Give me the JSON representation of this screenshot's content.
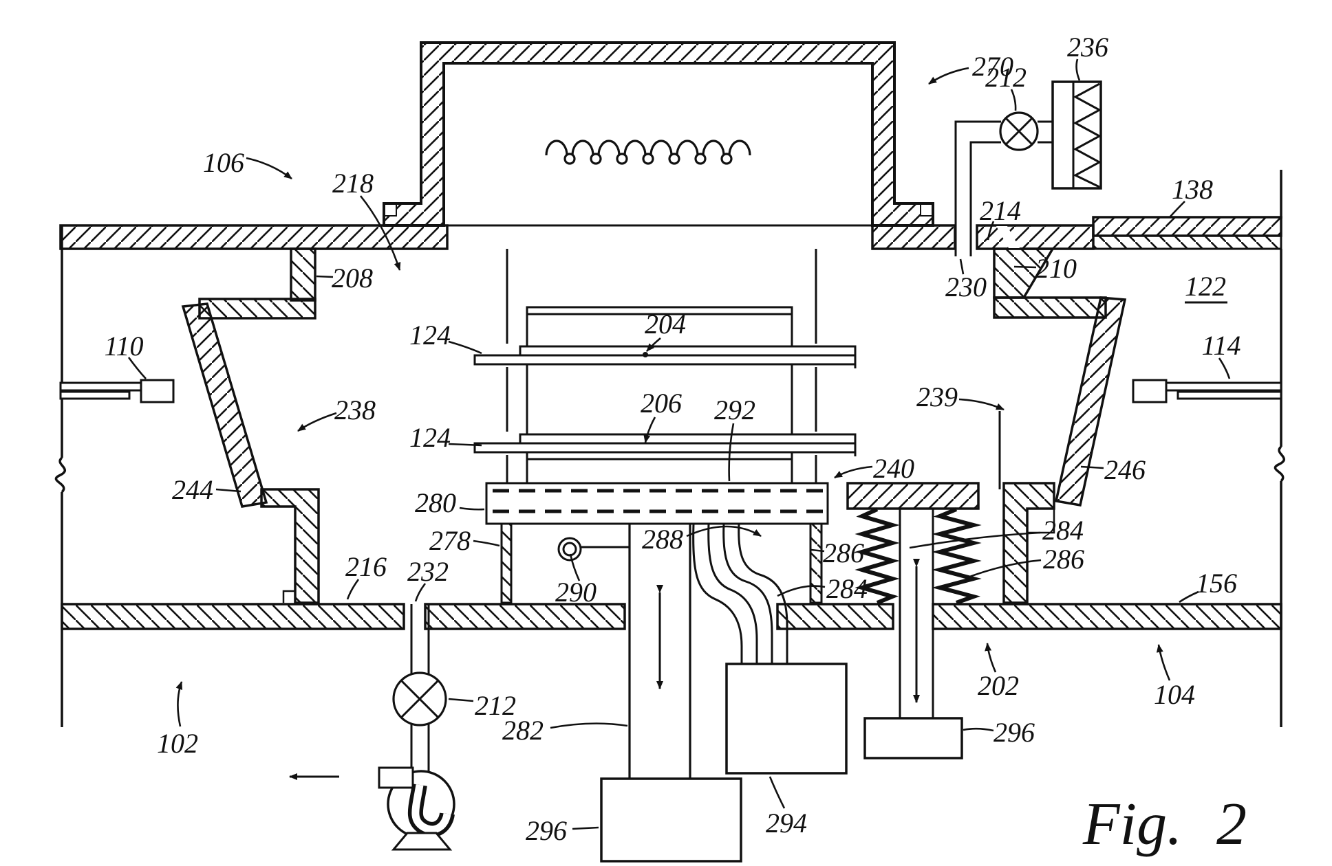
{
  "figure": {
    "caption_prefix": "Fig.",
    "caption_number": "2",
    "type": "patent-cross-section-diagram",
    "colors": {
      "ink": "#111111",
      "paper": "#ffffff"
    }
  },
  "labels": [
    {
      "id": "ref-106",
      "text": "106"
    },
    {
      "id": "ref-218",
      "text": "218"
    },
    {
      "id": "ref-208",
      "text": "208"
    },
    {
      "id": "ref-110",
      "text": "110"
    },
    {
      "id": "ref-244",
      "text": "244"
    },
    {
      "id": "ref-238",
      "text": "238"
    },
    {
      "id": "ref-124-upper",
      "text": "124"
    },
    {
      "id": "ref-124-lower",
      "text": "124"
    },
    {
      "id": "ref-204",
      "text": "204"
    },
    {
      "id": "ref-206",
      "text": "206"
    },
    {
      "id": "ref-292",
      "text": "292"
    },
    {
      "id": "ref-216",
      "text": "216"
    },
    {
      "id": "ref-232",
      "text": "232"
    },
    {
      "id": "ref-280",
      "text": "280"
    },
    {
      "id": "ref-278",
      "text": "278"
    },
    {
      "id": "ref-290",
      "text": "290"
    },
    {
      "id": "ref-288",
      "text": "288"
    },
    {
      "id": "ref-282",
      "text": "282"
    },
    {
      "id": "ref-296-pump",
      "text": "296"
    },
    {
      "id": "ref-294",
      "text": "294"
    },
    {
      "id": "ref-284-left",
      "text": "284"
    },
    {
      "id": "ref-286-left",
      "text": "286"
    },
    {
      "id": "ref-284-right",
      "text": "284"
    },
    {
      "id": "ref-286-right",
      "text": "286"
    },
    {
      "id": "ref-240",
      "text": "240"
    },
    {
      "id": "ref-239",
      "text": "239"
    },
    {
      "id": "ref-246",
      "text": "246"
    },
    {
      "id": "ref-210",
      "text": "210"
    },
    {
      "id": "ref-122",
      "text": "122"
    },
    {
      "id": "ref-114",
      "text": "114"
    },
    {
      "id": "ref-156",
      "text": "156"
    },
    {
      "id": "ref-202",
      "text": "202"
    },
    {
      "id": "ref-104",
      "text": "104"
    },
    {
      "id": "ref-296-right",
      "text": "296"
    },
    {
      "id": "ref-270",
      "text": "270"
    },
    {
      "id": "ref-236",
      "text": "236"
    },
    {
      "id": "ref-212-top",
      "text": "212"
    },
    {
      "id": "ref-214",
      "text": "214"
    },
    {
      "id": "ref-230",
      "text": "230"
    },
    {
      "id": "ref-138",
      "text": "138"
    },
    {
      "id": "ref-212-bottom",
      "text": "212"
    },
    {
      "id": "ref-102",
      "text": "102"
    }
  ]
}
